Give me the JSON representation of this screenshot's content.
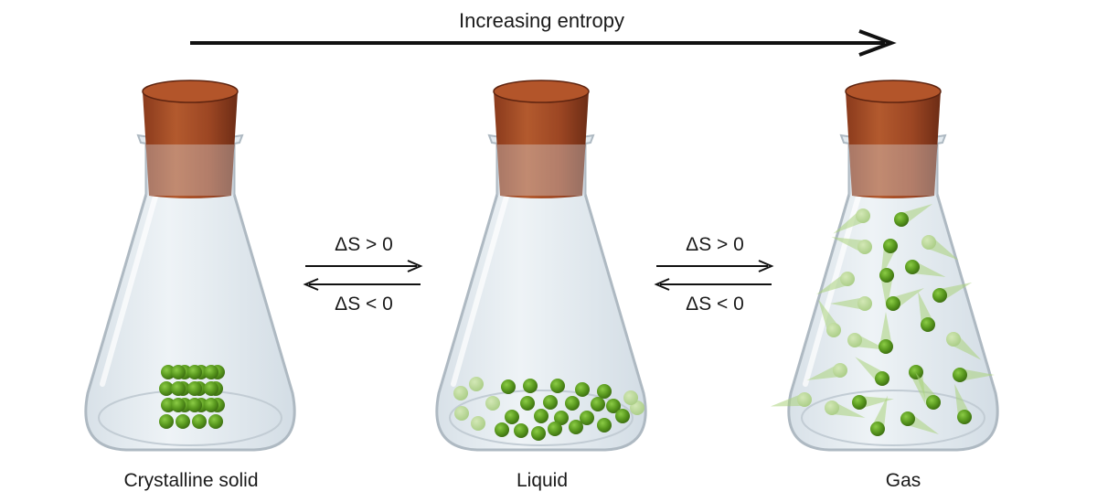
{
  "diagram": {
    "title": "Increasing entropy",
    "flasks": [
      {
        "label": "Crystalline solid"
      },
      {
        "label": "Liquid"
      },
      {
        "label": "Gas"
      }
    ],
    "transitions": [
      {
        "forward": "ΔS > 0",
        "reverse": "ΔS < 0"
      },
      {
        "forward": "ΔS > 0",
        "reverse": "ΔS < 0"
      }
    ]
  },
  "colors": {
    "cork_light": "#b5562c",
    "cork_dark": "#7a321a",
    "glass": "#e2eaf0",
    "glass_edge": "#b4bec6",
    "particle": "#5d9c22",
    "arrow": "#111111"
  }
}
